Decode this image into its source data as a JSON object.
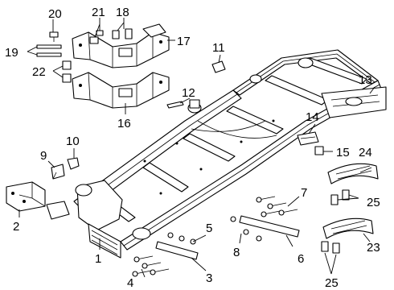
{
  "diagram": {
    "callouts": [
      {
        "id": "c1",
        "text": "1"
      },
      {
        "id": "c2",
        "text": "2"
      },
      {
        "id": "c3",
        "text": "3"
      },
      {
        "id": "c4",
        "text": "4"
      },
      {
        "id": "c5",
        "text": "5"
      },
      {
        "id": "c6",
        "text": "6"
      },
      {
        "id": "c7",
        "text": "7"
      },
      {
        "id": "c8",
        "text": "8"
      },
      {
        "id": "c9",
        "text": "9"
      },
      {
        "id": "c10",
        "text": "10"
      },
      {
        "id": "c11",
        "text": "11"
      },
      {
        "id": "c12",
        "text": "12"
      },
      {
        "id": "c13",
        "text": "13"
      },
      {
        "id": "c14",
        "text": "14"
      },
      {
        "id": "c15",
        "text": "15"
      },
      {
        "id": "c16",
        "text": "16"
      },
      {
        "id": "c17",
        "text": "17"
      },
      {
        "id": "c18",
        "text": "18"
      },
      {
        "id": "c19",
        "text": "19"
      },
      {
        "id": "c20",
        "text": "20"
      },
      {
        "id": "c21",
        "text": "21"
      },
      {
        "id": "c22",
        "text": "22"
      },
      {
        "id": "c23",
        "text": "23"
      },
      {
        "id": "c24",
        "text": "24"
      },
      {
        "id": "c25a",
        "text": "25"
      },
      {
        "id": "c25b",
        "text": "25"
      }
    ]
  }
}
